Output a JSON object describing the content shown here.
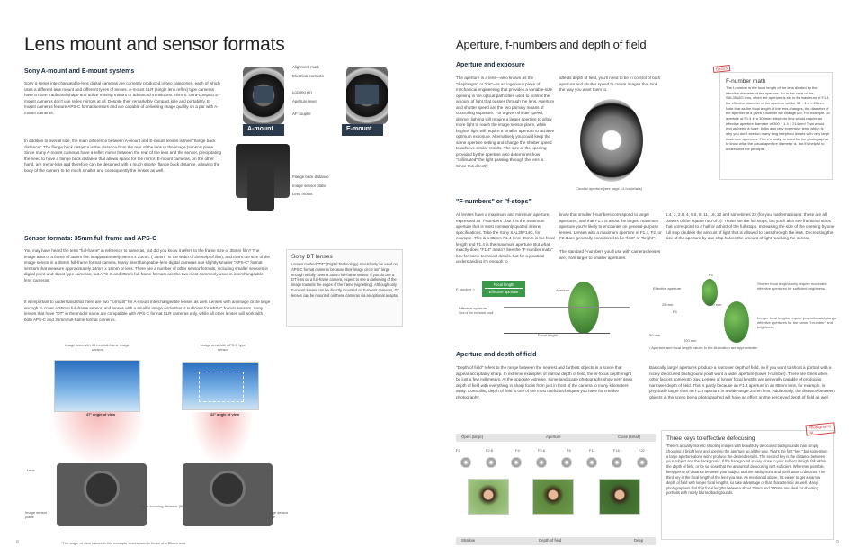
{
  "left": {
    "title": "Lens mount and sensor formats",
    "section1": {
      "heading": "Sony A-mount and E-mount systems",
      "para1": "Sony α series interchangeable-lens digital cameras are currently produced in two categories, each of which uses a different lens mount and different types of lenses. A-mount SLR (single lens reflex) type cameras have a more traditional shape and utilize moving mirrors or advanced translucent mirrors. Ultra-compact E-mount cameras don't use reflex mirrors at all. Despite their remarkably compact size and portability, E-mount cameras feature APS-C format sensors and are capable of delivering image quality on a par with A-mount cameras.",
      "para2": "In addition to overall size, the main difference between A-mount and E-mount lenses is their \"flange back distance\". The flange back distance is the distance from the rear of the lens to the image (sensor) plane. Since many A-mount cameras have a reflex mirror between the rear of the lens and the sensor, precipitating the need to have a flange back distance that allows space for the mirror. E-mount cameras, on the other hand, are mirror-less and therefore can be designed with a much shorter flange back distance, allowing the body of the camera to be much smaller and consequently the lenses as well."
    },
    "mount_labels": {
      "alignment": "Alignment mark",
      "contacts": "Electrical contacts",
      "locking": "Locking pin",
      "aperture_lever": "Aperture lever",
      "af_coupler": "AF coupler",
      "a_mount": "A-mount",
      "e_mount": "E-mount",
      "flange": "Flange back distance",
      "sensor_plane": "Image sensor plane",
      "lens_mount": "Lens mount"
    },
    "section2": {
      "heading": "Sensor formats: 35mm full frame and APS-C",
      "para1": "You may have heard the term \"full-frame\" in reference to cameras, but did you know it refers to the frame size of 35mm film? The image area of a frame of 35mm film is approximately 36mm x 24mm. (\"35mm\" is the width of the strip of film), and that's the size of the image sensor in a 35mm full-frame format camera. Many interchangeable-lens digital cameras use slightly smaller \"APS-C\" format sensors that measure approximately 24mm x 16mm or less. There are a number of other sensor formats, including smaller sensors in digital point-and-shoot type cameras, but APS-C and 35mm full-frame formats are the two most commonly used in interchangeable-lens cameras.",
      "para2": "It is important to understand that there are two \"formats\" for A-mount interchangeable lenses as well. Lenses with an image circle large enough to cover a 35mm full-frame sensor, and lenses with a smaller image circle that is sufficient for APS-C format sensors. Sony lenses that have \"DT\" in the model name are compatible with APS-C format SLR cameras only, while all other lenses will work with both APS-C and 35mm full-frame format cameras."
    },
    "dt_box": {
      "title": "Sony DT lenses",
      "text": "Lenses marked \"DT\" (Digital Technology) should only be used on APS-C format cameras because their image circle isn't large enough to fully cover a 35mm full-frame sensor. If you do use a DT lens on a full-frame camera, expect to see a darkening of the image towards the edges of the frame (vignetting). Although only E-mount lenses can be directly mounted on E-mount cameras, DT lenses can be mounted on these cameras via an optional adaptor."
    },
    "sensor_fig": {
      "ff_label": "Image area with 35 mm full-frame image sensor",
      "apsc_label": "Image area with APS-C type sensor",
      "angle47": "47° angle of view",
      "angle32": "32° angle of view",
      "lens_l": "Lens",
      "lens_r": "Lens",
      "sensor_l": "Image sensor plane",
      "sensor_r": "Image sensor plane",
      "focus_dist": "Same focusing distance (50 mm)",
      "note": "*The angle of view values in this example correspond to those of a 50mm lens."
    },
    "page": "8"
  },
  "right": {
    "title": "Aperture, f-numbers and depth of field",
    "exposure": {
      "heading": "Aperture and exposure",
      "col1": "The aperture in a lens—also known as the \"diaphragm\" or \"iris\"—is an ingenious piece of mechanical engineering that provides a variable-size opening in the optical path often used to control the amount of light that passes through the lens. Aperture and shutter speed are the two primary means of controlling exposure. For a given shutter speed, dimmer lighting will require a larger aperture to allow more light to reach the image sensor plane, while brighter light will require a smaller aperture to achieve optimum exposure. Alternatively you could keep the same aperture setting and change the shutter speed to achieve similar results. The size of the opening provided by the aperture also determines how \"collimated\" the light passing through the lens is. Since this directly",
      "col2": "affects depth of field, you'll need to be in control of both aperture and shutter speed to create images that look the way you want them to.",
      "caption": "Circular aperture (see page 14 for details)"
    },
    "fnumber_box": {
      "stamp": "Basics",
      "title": "F-number math",
      "text": "The f-number is the focal length of the lens divided by the effective diameter of the aperture. So in the case of the SAL3518G lens, when the aperture is set to its maximum of F1.4, the effective diameter of the aperture will be 35 ÷ 1.4 = 25mm. Note that as the focal length of the lens changes, the diameter of the aperture at a given f-number will change too. For example, an aperture of F1.4 in a 300mm telephoto lens would require an effective aperture diameter of 300 ÷ 1.4 = 214mm! That would end up being a huge, bulky and very expensive lens, which is why you don't see too many long telephoto lenses with very large maximum apertures. There's really no need for the photographer to know what the actual aperture diameter is, but it's helpful to understand the principle."
    },
    "fstops": {
      "heading": "\"F-numbers\" or \"f-stops\"",
      "col1": "All lenses have a maximum and minimum aperture, expressed as \"f-numbers\", but it is the maximum aperture that is most commonly quoted in lens specifications. Take the Sony SAL35F14G, for example. This is a 35mm F1.4 lens: 35mm is the focal length and F1.4 is the maximum aperture. But what exactly does \"F1.4\" mean? See the \"F-number math\" box for some technical details, but for a practical understanding it's enough to",
      "col2": "know that smaller f-numbers correspond to larger apertures, and that F1.4 is about the largest maximum aperture you're likely to encounter on general-purpose lenses. Lenses with a maximum aperture of F1.4, F2, or F2.8 are generally considered to be \"fast\" or \"bright\".",
      "col2b": "The standard f-numbers you'll use with cameras lenses are, from larger to smaller apertures:",
      "col3": "1.4, 2, 2.8, 4, 5.6, 8, 11, 16, 22 and sometimes 32 (for you mathematicians: these are all powers of the square root of 2). Those are the full stops, but you'll also see fractional stops that correspond to a half or a third of the full stops. Increasing the size of the opening by one full stop doubles the amount of light that is allowed to pass through the lens. Decreasing the size of the aperture by one stop halves the amount of light reaching the sensor."
    },
    "fdiagram": {
      "fnumber": "F-number =",
      "focal": "Focal length",
      "effective": "Effective aperture",
      "aperture": "Aperture",
      "eff_ap_label": "Effective aperture",
      "eff_ap_sub": "Size of the entrance pupil",
      "focal_length": "Focal length",
      "eff_ap2": "Effective aperture",
      "f4a": "F4",
      "f4b": "F4",
      "mm25": "25 mm",
      "mm100": "100 mm",
      "mm50": "50 mm",
      "mm200": "200 mm",
      "shorter": "Shorter focal lengths only require moderate effective apertures for sufficient brightness",
      "longer": "Longer focal lengths require proportionately larger effective apertures for the same \"f-number\" and brightness",
      "note": "• Aperture and focal length values in the illustration are approximate."
    },
    "dof": {
      "heading": "Aperture and depth of field",
      "col1": "\"Depth of field\" refers to the range between the nearest and farthest objects in a scene that appear acceptably sharp. In extreme examples of narrow depth of field, the in-focus depth might be just a few millimeters. At the opposite extreme, some landscape photographs show very deep depth of field with everything in sharp focus from just in front of the camera to many kilometers away. Controlling depth of field is one of the most useful techniques you have for creative photography.",
      "col2": "Basically, larger apertures produce a narrower depth of field, so if you want to shoot a portrait with a nicely defocused background you'll want a wider aperture (lower f-number). There are times when other factors come into play. Lenses of longer focal lengths are generally capable of producing narrower depth of field. This is partly because an F1.4 aperture in an 85mm lens, for example, is physically larger than an F1.4 aperture in a wide-angle 24mm lens. Additionally, the distance between objects in the scene being photographed will have an effect on the perceived depth of field as well."
    },
    "dof_chart": {
      "open": "Open (large)",
      "aperture": "Aperture",
      "close": "Close (small)",
      "fstops": [
        "F2",
        "F2.8",
        "F4",
        "F5.6",
        "F8",
        "F11",
        "F16",
        "F22"
      ],
      "shallow": "Shallow",
      "dof": "Depth of field",
      "deep": "Deep"
    },
    "keys_box": {
      "stamp": "Photography tip",
      "title": "Three keys to effective defocusing",
      "text": "There's actually more to shooting images with beautifully defocused backgrounds than simply choosing a bright lens and opening the aperture up all the way. That's the first \"key,\" but sometimes a large aperture alone won't produce the desired results. The second key is the distance between your subject and the background. If the background is very close to your subject it might fall within the depth of field, or be so close that the amount of defocusing isn't sufficient. Wherever possible, keep plenty of distance between your subject and the background and you'll want to defocus. The third key is the focal length of the lens you use. As mentioned above, it's easier to get a narrow depth of field with longer focal lengths, so take advantage of that characteristic as well. Many photographers find that focal lengths between about 70mm and 200mm are ideal for shooting portraits with nicely blurred backgrounds."
    },
    "page": "9"
  }
}
